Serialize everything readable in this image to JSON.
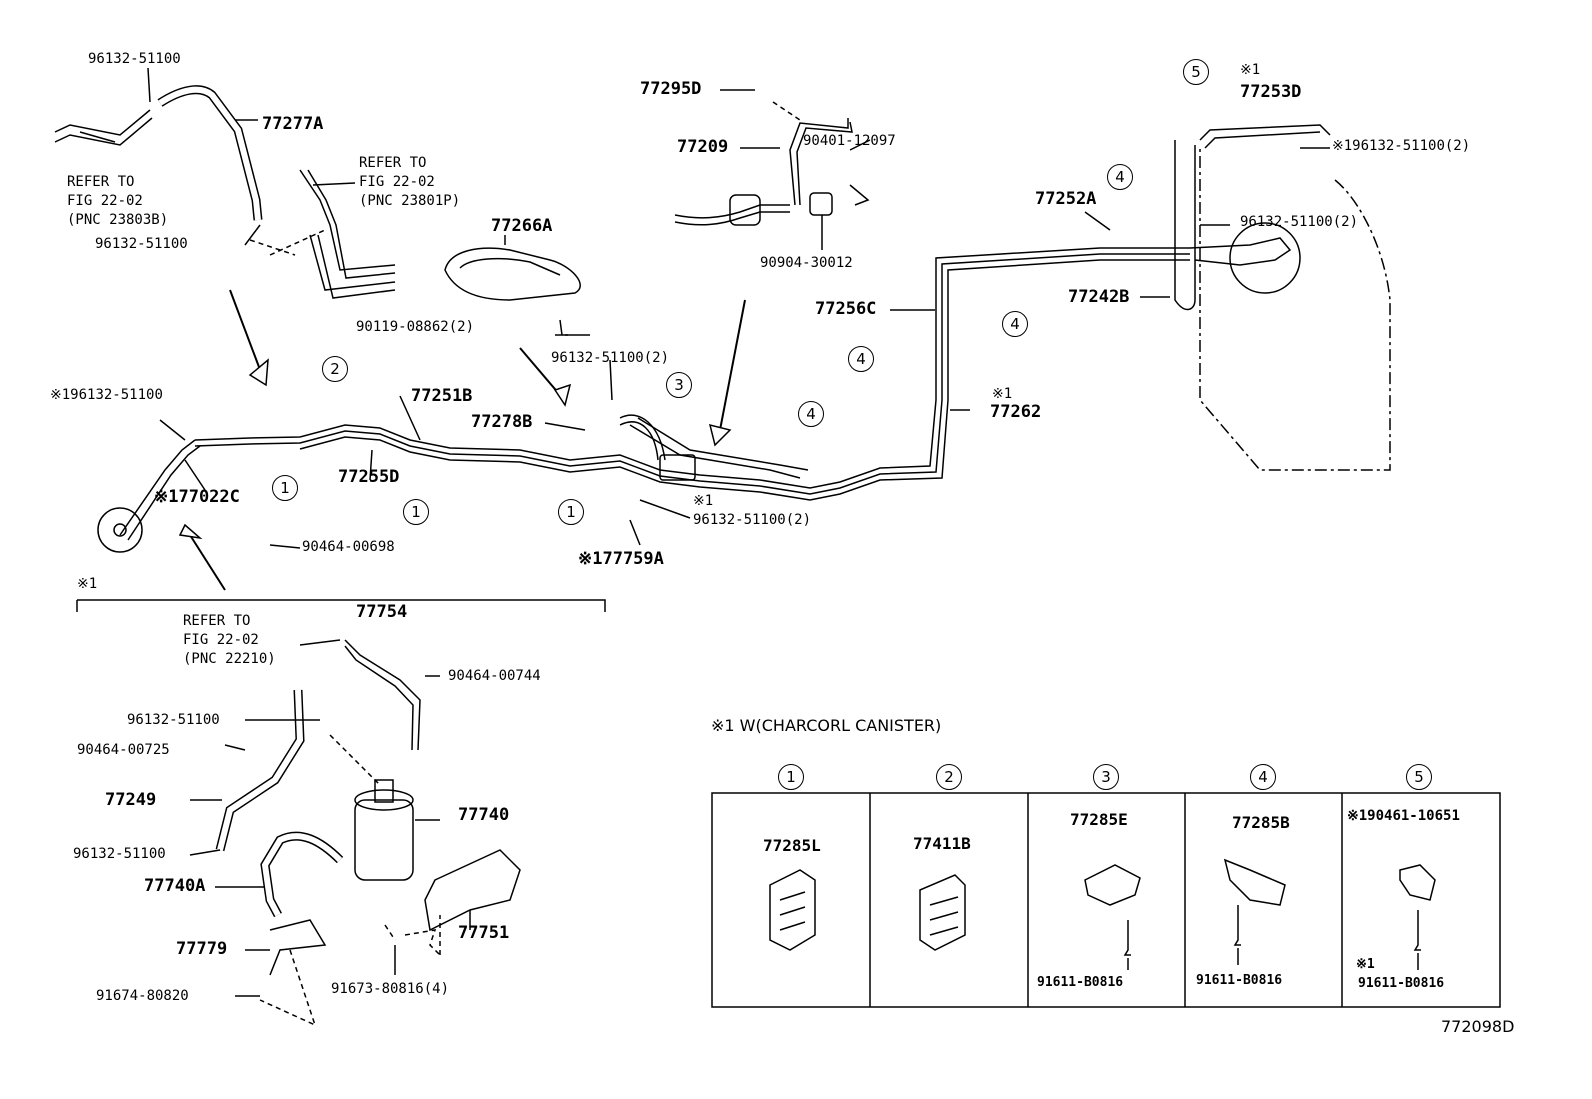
{
  "labels": {
    "p96132_top": "96132-51100",
    "p77277A": "77277A",
    "refer1": "REFER TO\nFIG 22-02\n(PNC 23803B)",
    "p96132_left": "96132-51100",
    "refer2": "REFER TO\nFIG 22-02\n(PNC 23801P)",
    "p77266A": "77266A",
    "p90119": "90119-08862(2)",
    "p77295D": "77295D",
    "p77209": "77209",
    "p90401": "90401-12097",
    "p90904": "90904-30012",
    "p77253D_star": "※1",
    "p77253D": "77253D",
    "p96132_x1_tr": "※196132-51100(2)",
    "p77252A": "77252A",
    "p96132_2_tr": "96132-51100(2)",
    "p77242B": "77242B",
    "p77256C": "77256C",
    "p77262_star": "※1",
    "p77262": "77262",
    "p96132_x1_left": "※196132-51100",
    "p77251B": "77251B",
    "p96132_2_mid": "96132-51100(2)",
    "p77278B": "77278B",
    "p77255D": "77255D",
    "p77022C": "※177022C",
    "p90464_698": "90464-00698",
    "p96132_2_low_star": "※1",
    "p96132_2_low": "96132-51100(2)",
    "p77759A": "※177759A",
    "star_group": "※1",
    "refer3": "REFER TO\nFIG 22-02\n(PNC 22210)",
    "p77754": "77754",
    "p90464_744": "90464-00744",
    "p96132_can": "96132-51100",
    "p90464_725": "90464-00725",
    "p77249": "77249",
    "p77740": "77740",
    "p96132_can2": "96132-51100",
    "p77740A": "77740A",
    "p77751": "77751",
    "p77779": "77779",
    "p91673": "91673-80816(4)",
    "p91674": "91674-80820",
    "fig_id": "772098D"
  },
  "callouts": [
    "1",
    "2",
    "3",
    "4",
    "5"
  ],
  "legend": {
    "title": "※1 W(CHARCORL CANISTER)",
    "columns": [
      {
        "num": "1",
        "part": "77285L",
        "sub": "",
        "sub_star": ""
      },
      {
        "num": "2",
        "part": "77411B",
        "sub": "",
        "sub_star": ""
      },
      {
        "num": "3",
        "part": "77285E",
        "sub": "91611-B0816",
        "sub_star": ""
      },
      {
        "num": "4",
        "part": "77285B",
        "sub": "91611-B0816",
        "sub_star": ""
      },
      {
        "num": "5",
        "part": "※190461-10651",
        "sub": "91611-B0816",
        "sub_star": "※1"
      }
    ]
  }
}
